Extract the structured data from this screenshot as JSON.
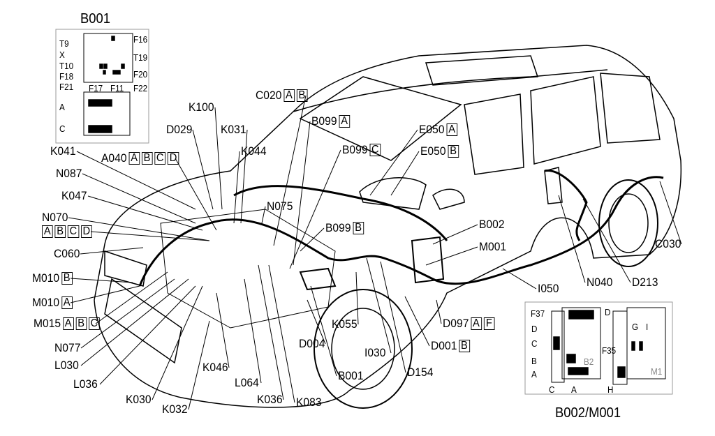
{
  "labels": [
    {
      "id": "C020",
      "text": "C020",
      "boxes": [
        "A",
        "B"
      ]
    },
    {
      "id": "K100",
      "text": "K100",
      "boxes": []
    },
    {
      "id": "D029",
      "text": "D029",
      "boxes": []
    },
    {
      "id": "K031",
      "text": "K031",
      "boxes": []
    },
    {
      "id": "B099A",
      "text": "B099",
      "boxes": [
        "A"
      ]
    },
    {
      "id": "E050A",
      "text": "E050",
      "boxes": [
        "A"
      ]
    },
    {
      "id": "K044",
      "text": "K044",
      "boxes": []
    },
    {
      "id": "B099C",
      "text": "B099",
      "boxes": [
        "C"
      ]
    },
    {
      "id": "E050B",
      "text": "E050",
      "boxes": [
        "B"
      ]
    },
    {
      "id": "K041",
      "text": "K041",
      "boxes": []
    },
    {
      "id": "A040",
      "text": "A040",
      "boxes": [
        "A",
        "B",
        "C",
        "D"
      ]
    },
    {
      "id": "N087",
      "text": "N087",
      "boxes": []
    },
    {
      "id": "K047",
      "text": "K047",
      "boxes": []
    },
    {
      "id": "N075",
      "text": "N075",
      "boxes": []
    },
    {
      "id": "N070",
      "text": "N070",
      "boxes": []
    },
    {
      "id": "N070boxes",
      "text": "",
      "boxes": [
        "A",
        "B",
        "C",
        "D"
      ]
    },
    {
      "id": "B099B",
      "text": "B099",
      "boxes": [
        "B"
      ]
    },
    {
      "id": "B002",
      "text": "B002",
      "boxes": []
    },
    {
      "id": "C060",
      "text": "C060",
      "boxes": []
    },
    {
      "id": "M001",
      "text": "M001",
      "boxes": []
    },
    {
      "id": "C030",
      "text": "C030",
      "boxes": []
    },
    {
      "id": "M010B",
      "text": "M010",
      "boxes": [
        "B"
      ]
    },
    {
      "id": "N040",
      "text": "N040",
      "boxes": []
    },
    {
      "id": "D213",
      "text": "D213",
      "boxes": []
    },
    {
      "id": "I050",
      "text": "I050",
      "boxes": []
    },
    {
      "id": "M010A",
      "text": "M010",
      "boxes": [
        "A"
      ]
    },
    {
      "id": "D097",
      "text": "D097",
      "boxes": [
        "A",
        "F"
      ]
    },
    {
      "id": "M015",
      "text": "M015",
      "boxes": [
        "A",
        "B",
        "C"
      ]
    },
    {
      "id": "K055",
      "text": "K055",
      "boxes": []
    },
    {
      "id": "N077",
      "text": "N077",
      "boxes": []
    },
    {
      "id": "D001",
      "text": "D001",
      "boxes": [
        "B"
      ]
    },
    {
      "id": "I030",
      "text": "I030",
      "boxes": []
    },
    {
      "id": "D004",
      "text": "D004",
      "boxes": []
    },
    {
      "id": "L030",
      "text": "L030",
      "boxes": []
    },
    {
      "id": "K046",
      "text": "K046",
      "boxes": []
    },
    {
      "id": "B001",
      "text": "B001",
      "boxes": []
    },
    {
      "id": "D154",
      "text": "D154",
      "boxes": []
    },
    {
      "id": "L036",
      "text": "L036",
      "boxes": []
    },
    {
      "id": "L064",
      "text": "L064",
      "boxes": []
    },
    {
      "id": "K030",
      "text": "K030",
      "boxes": []
    },
    {
      "id": "K032",
      "text": "K032",
      "boxes": []
    },
    {
      "id": "K036",
      "text": "K036",
      "boxes": []
    },
    {
      "id": "K083",
      "text": "K083",
      "boxes": []
    }
  ],
  "inset_b001": {
    "title": "B001",
    "labels": [
      "T9",
      "X",
      "T10",
      "F18",
      "F21",
      "F17",
      "F11",
      "F22",
      "F20",
      "T19",
      "F16",
      "A",
      "C"
    ]
  },
  "inset_b002": {
    "title": "B002/M001",
    "labels": [
      "F37",
      "D",
      "D",
      "C",
      "B",
      "A",
      "C",
      "A",
      "F35",
      "B2",
      "H",
      "G",
      "I",
      "M1"
    ]
  }
}
